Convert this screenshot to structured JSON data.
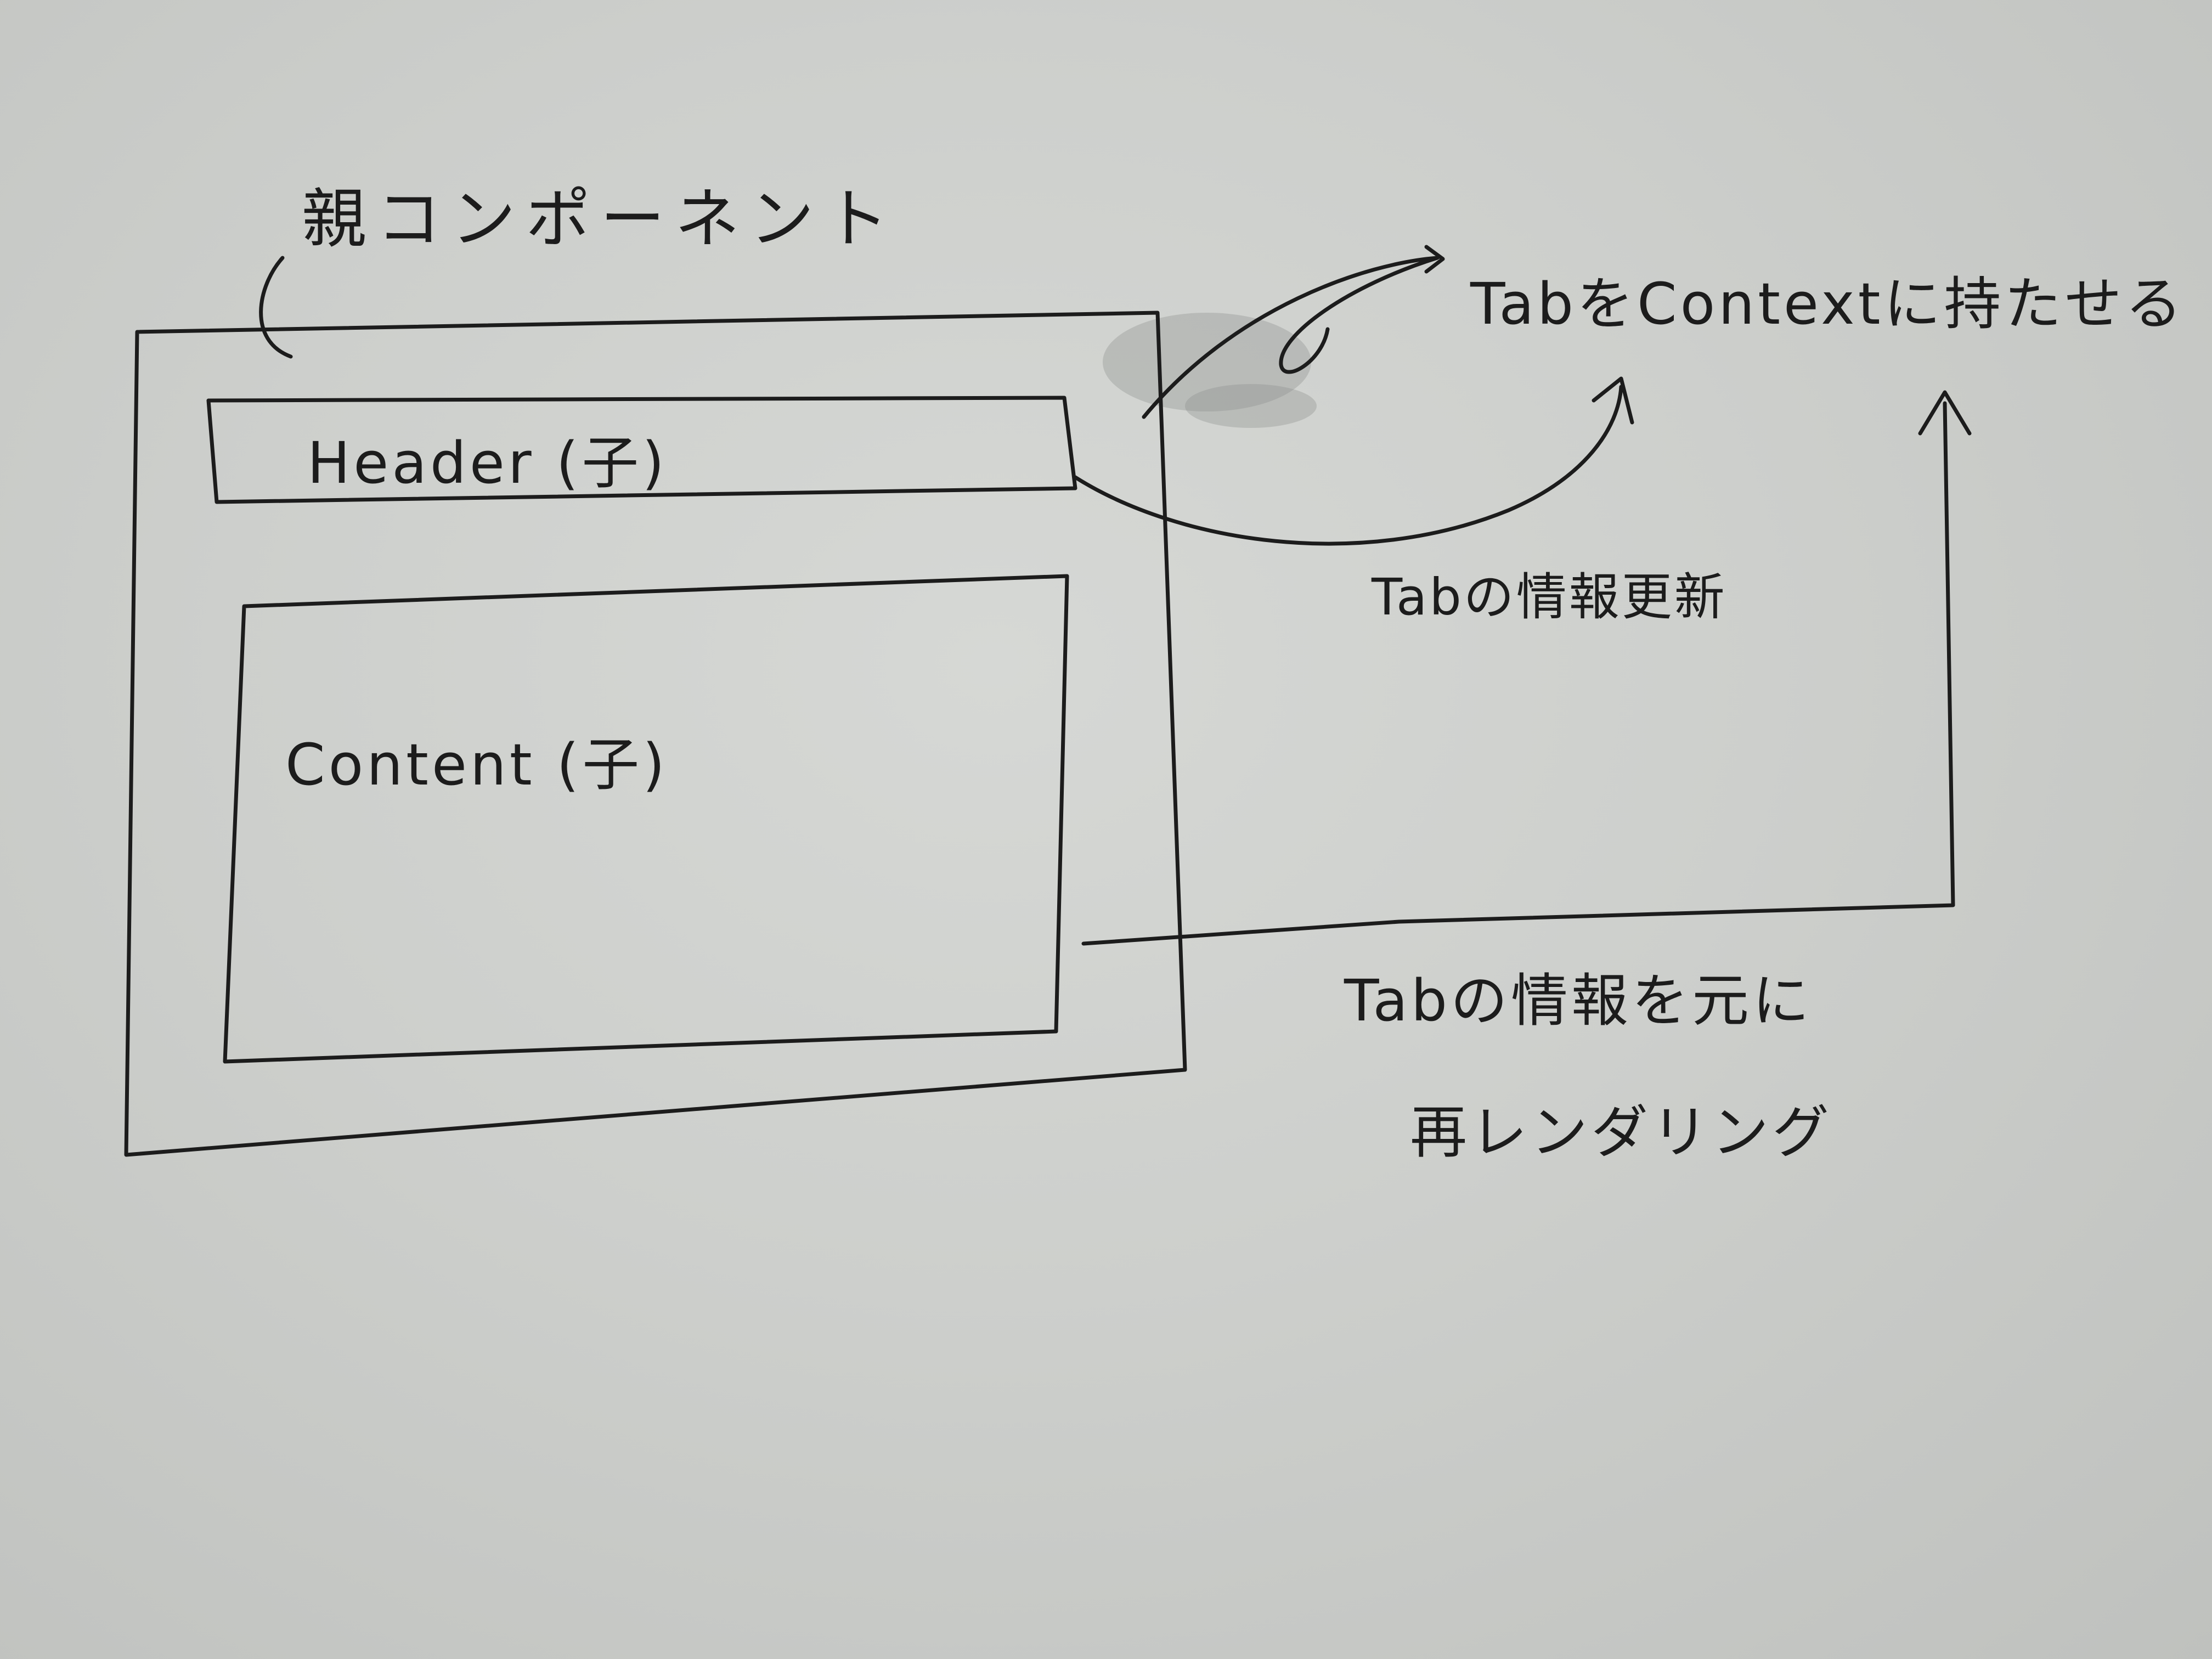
{
  "diagram": {
    "parent_component": {
      "label": "親コンポーネント"
    },
    "header": {
      "label": "Header (子)"
    },
    "content": {
      "label": "Content (子)"
    },
    "annotations": {
      "pass_tab": "TabをContextに持たせる",
      "update_tab": "Tabの情報更新",
      "rerender_line1": "Tabの情報を元に",
      "rerender_line2": "再レンダリング"
    },
    "colors": {
      "ink": "#1c1c1c",
      "paper": "#cfd1ce"
    }
  }
}
